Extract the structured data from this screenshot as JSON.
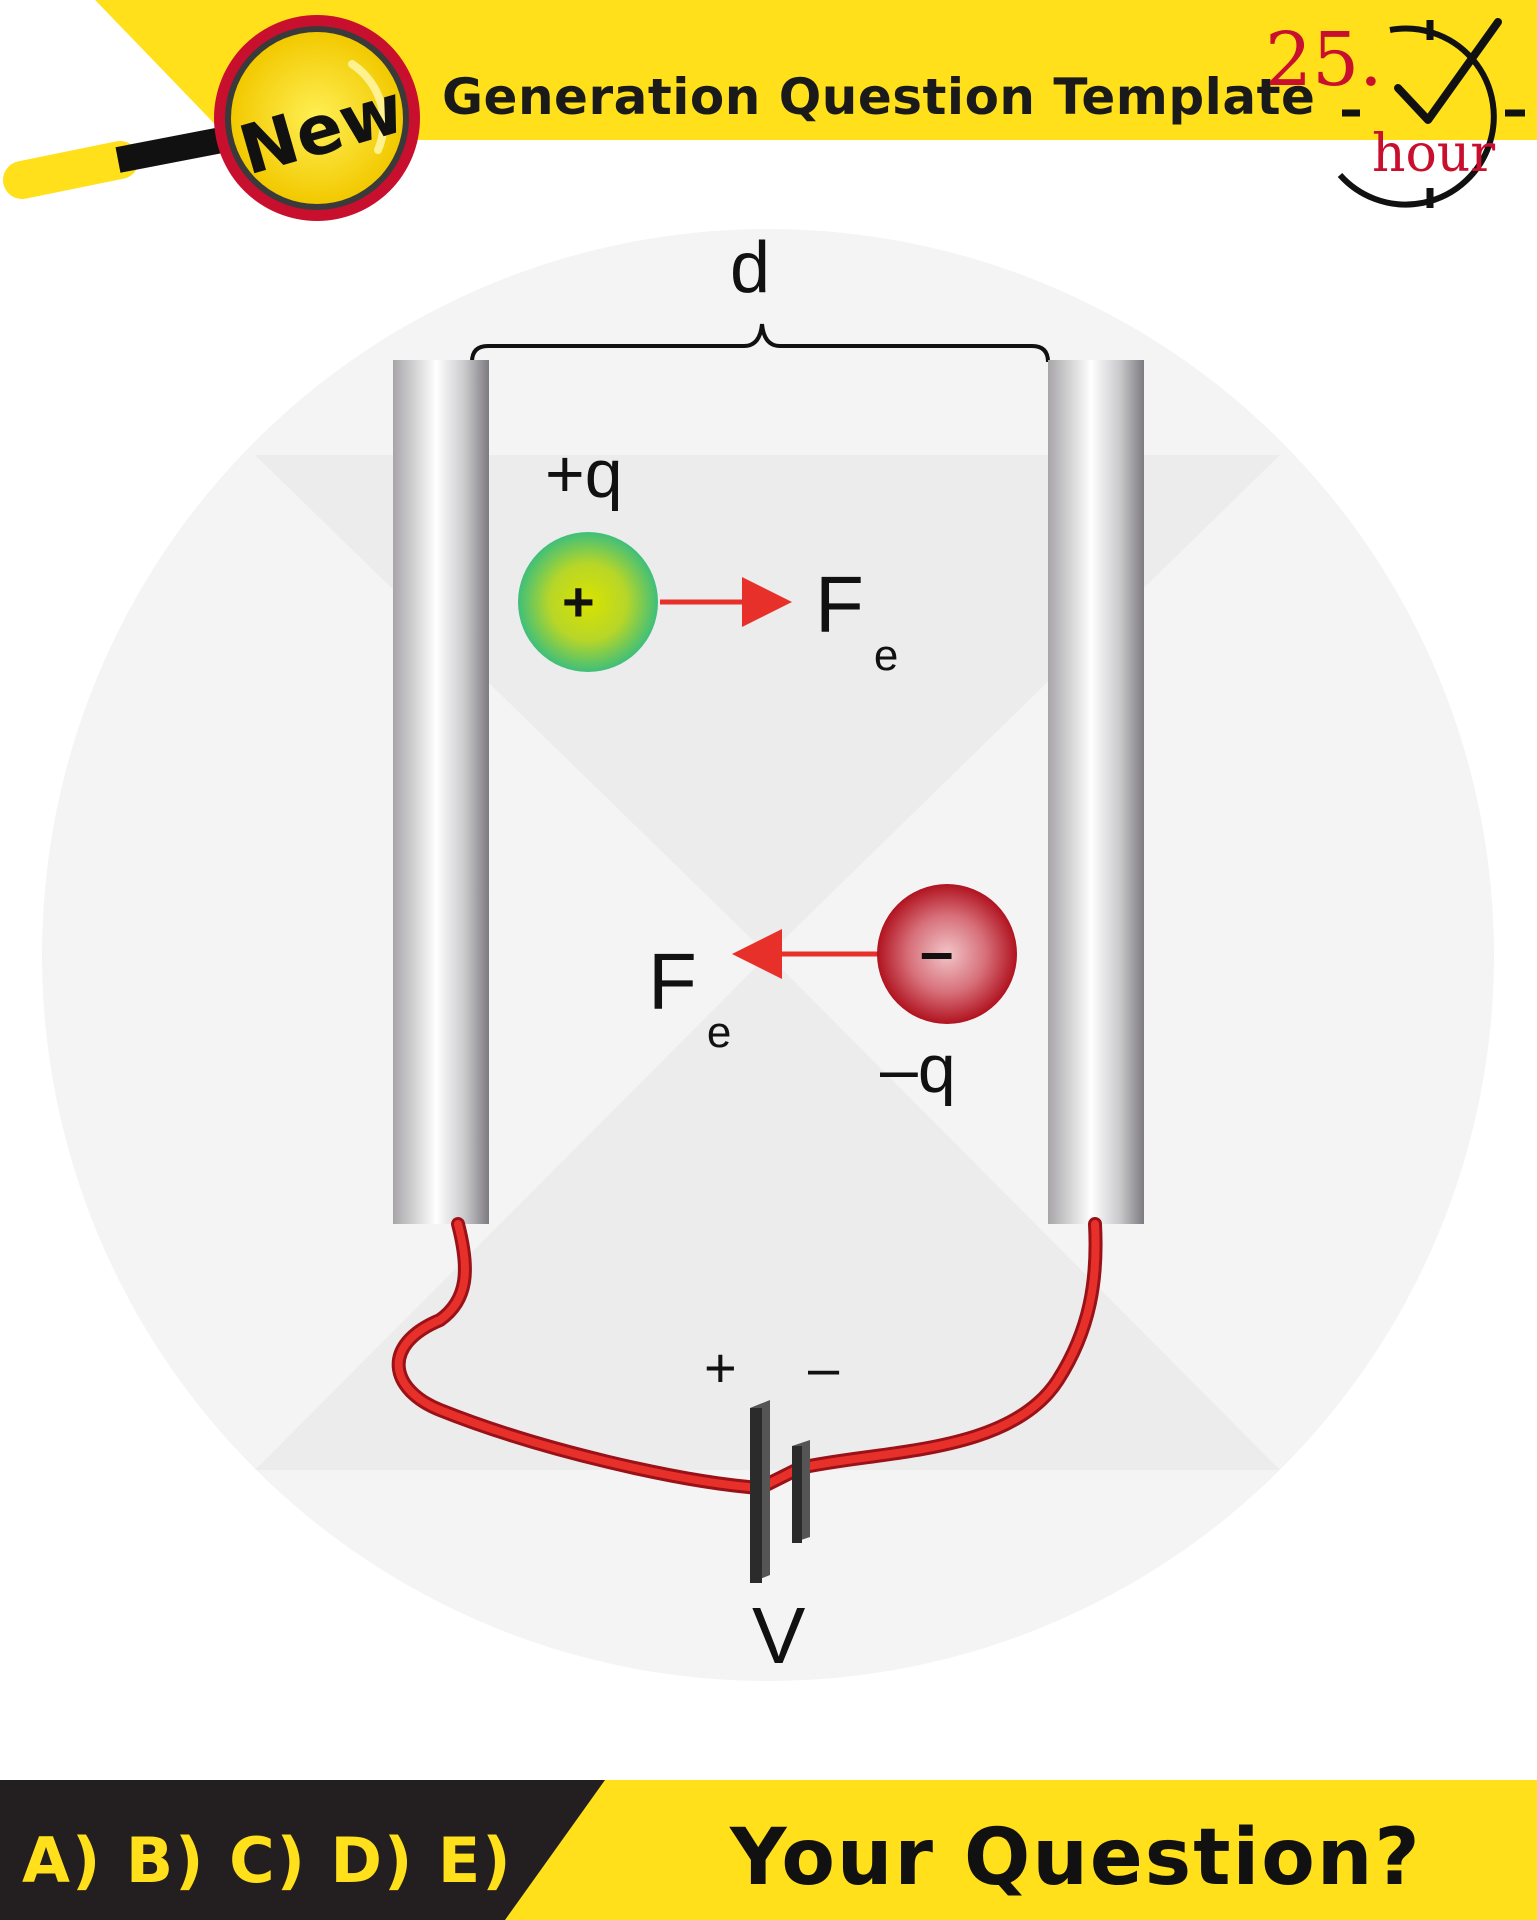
{
  "header": {
    "badge": "New",
    "title": "Generation Question Template",
    "clock_number": "25.",
    "clock_unit": "hour"
  },
  "diagram": {
    "gap_label": "d",
    "positive_charge_label": "+q",
    "positive_sign": "+",
    "negative_charge_label": "–q",
    "negative_sign": "–",
    "force_symbol": "F",
    "force_subscript": "e",
    "battery_plus": "+",
    "battery_minus": "–",
    "voltage_label": "V"
  },
  "footer": {
    "options": "A) B) C) D) E)",
    "question": "Your Question?"
  },
  "colors": {
    "brand_yellow": "#ffe01a",
    "badge_red": "#c8102e",
    "wire_red": "#e8302a",
    "footer_dark": "#231f20"
  },
  "icons": [
    "magnifier-icon",
    "clock-icon",
    "checkmark-icon",
    "battery-icon"
  ]
}
